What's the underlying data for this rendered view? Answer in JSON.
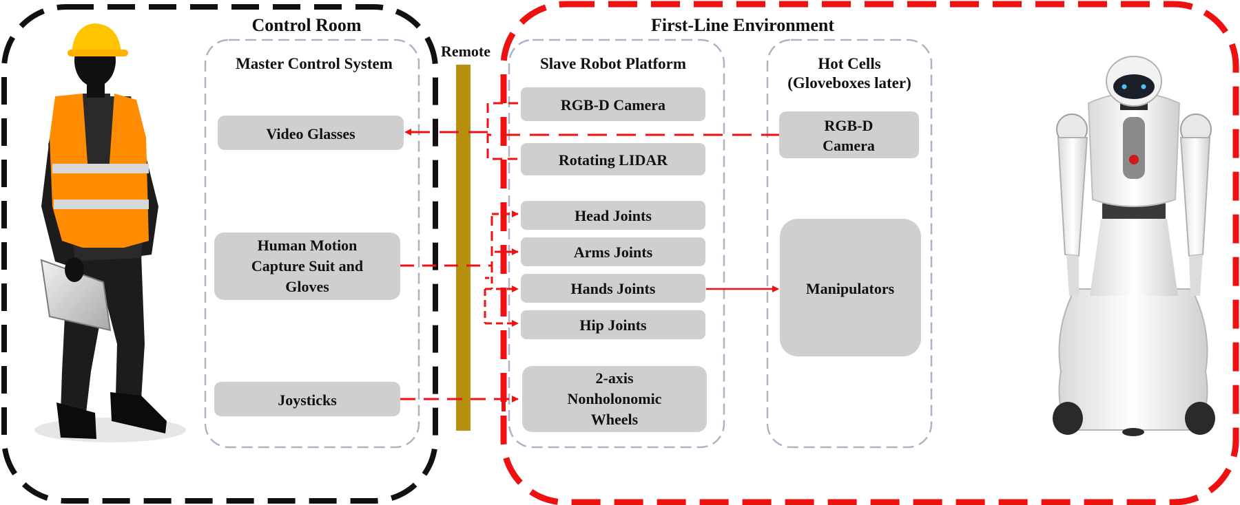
{
  "regions": {
    "control_room": {
      "title": "Control Room"
    },
    "first_line": {
      "title": "First-Line Environment"
    },
    "remote": {
      "label": "Remote"
    }
  },
  "groups": {
    "master": {
      "title": "Master Control System"
    },
    "slave": {
      "title": "Slave Robot Platform"
    },
    "hot_cells": {
      "title_lines": [
        "Hot Cells",
        "(Gloveboxes later)"
      ]
    }
  },
  "nodes": {
    "video_glasses": {
      "lines": [
        "Video Glasses"
      ]
    },
    "motion_capture": {
      "lines": [
        "Human Motion",
        "Capture Suit and",
        "Gloves"
      ]
    },
    "joysticks": {
      "lines": [
        "Joysticks"
      ]
    },
    "rgbd_camera_slave": {
      "lines": [
        "RGB-D Camera"
      ]
    },
    "rotating_lidar": {
      "lines": [
        "Rotating LIDAR"
      ]
    },
    "head_joints": {
      "lines": [
        "Head Joints"
      ]
    },
    "arms_joints": {
      "lines": [
        "Arms Joints"
      ]
    },
    "hands_joints": {
      "lines": [
        "Hands Joints"
      ]
    },
    "hip_joints": {
      "lines": [
        "Hip Joints"
      ]
    },
    "wheels": {
      "lines": [
        "2-axis",
        "Nonholonomic",
        "Wheels"
      ]
    },
    "rgbd_camera_hot": {
      "lines": [
        "RGB-D",
        "Camera"
      ]
    },
    "manipulators": {
      "lines": [
        "Manipulators"
      ]
    }
  },
  "colors": {
    "control_room_border": "#111111",
    "first_line_border": "#ee1111",
    "group_border": "#aab4c8",
    "node_fill": "#cfcfcf",
    "remote_bar": "#b8900f",
    "link": "#ee1111",
    "vest": "#ff8c00",
    "helmet": "#ffc300"
  },
  "icons": {
    "worker": "construction-worker-with-clipboard",
    "robot": "humanoid-service-robot"
  }
}
